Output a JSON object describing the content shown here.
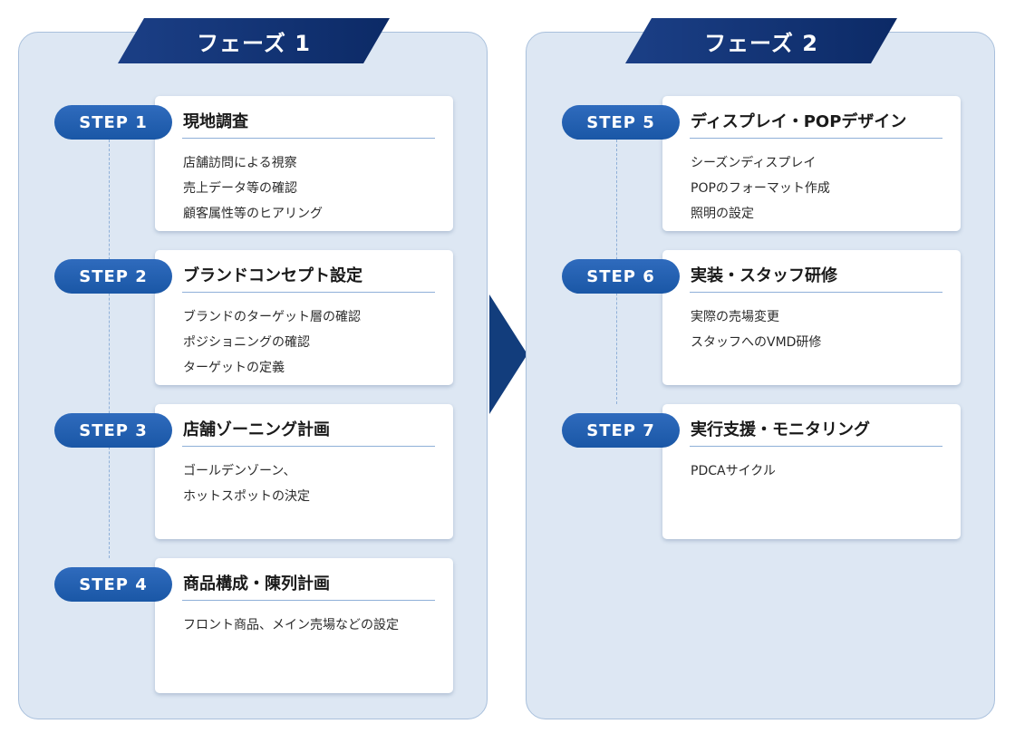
{
  "phases": [
    {
      "label": "フェーズ 1",
      "steps": [
        {
          "badge": "STEP 1",
          "title": "現地調査",
          "items": [
            "店舗訪問による視察",
            "売上データ等の確認",
            "顧客属性等のヒアリング"
          ]
        },
        {
          "badge": "STEP 2",
          "title": "ブランドコンセプト設定",
          "items": [
            "ブランドのターゲット層の確認",
            "ポジショニングの確認",
            "ターゲットの定義"
          ]
        },
        {
          "badge": "STEP 3",
          "title": "店舗ゾーニング計画",
          "items": [
            "ゴールデンゾーン、",
            "ホットスポットの決定"
          ]
        },
        {
          "badge": "STEP 4",
          "title": "商品構成・陳列計画",
          "items": [
            "フロント商品、メイン売場などの設定"
          ]
        }
      ]
    },
    {
      "label": "フェーズ 2",
      "steps": [
        {
          "badge": "STEP 5",
          "title": "ディスプレイ・POPデザイン",
          "items": [
            "シーズンディスプレイ",
            "POPのフォーマット作成",
            "照明の設定"
          ]
        },
        {
          "badge": "STEP 6",
          "title": "実装・スタッフ研修",
          "items": [
            "実際の売場変更",
            "スタッフへのVMD研修"
          ]
        },
        {
          "badge": "STEP 7",
          "title": "実行支援・モニタリング",
          "items": [
            "PDCAサイクル"
          ]
        }
      ]
    }
  ],
  "colors": {
    "panel_bg": "#dde7f3",
    "banner_navy": "#0c2a66",
    "badge_blue": "#1a57a6",
    "arrow_navy": "#123d7c"
  }
}
